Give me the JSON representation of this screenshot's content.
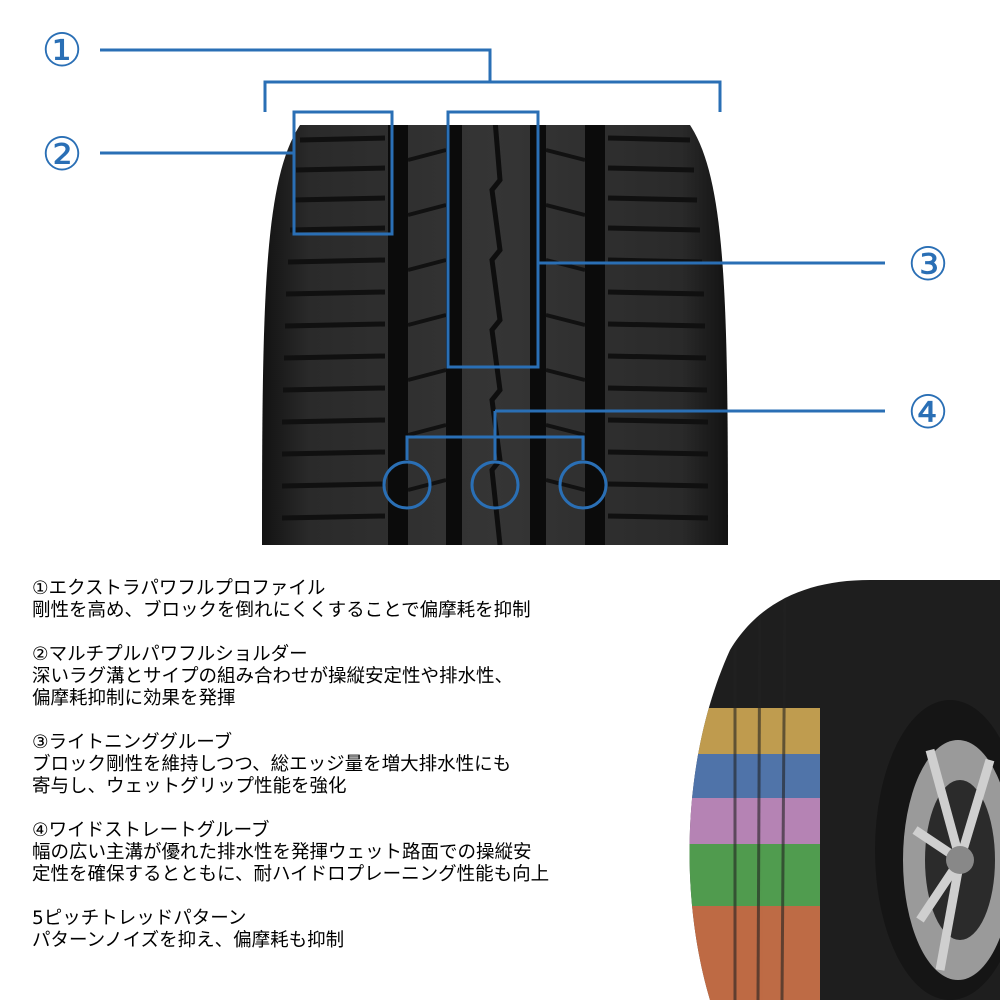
{
  "callouts": {
    "one": "①",
    "two": "②",
    "three": "③",
    "four": "④"
  },
  "features": [
    {
      "title": "①エクストラパワフルプロファイル",
      "lines": [
        "剛性を高め、ブロックを倒れにくくすることで偏摩耗を抑制"
      ]
    },
    {
      "title": "②マルチプルパワフルショルダー",
      "lines": [
        "深いラグ溝とサイプの組み合わせが操縦安定性や排水性、",
        "偏摩耗抑制に効果を発揮"
      ]
    },
    {
      "title": "③ライトニンググルーブ",
      "lines": [
        "ブロック剛性を維持しつつ、総エッジ量を増大排水性にも",
        "寄与し、ウェットグリップ性能を強化"
      ]
    },
    {
      "title": "④ワイドストレートグルーブ",
      "lines": [
        "幅の広い主溝が優れた排水性を発揮ウェット路面での操縦安",
        "定性を確保するとともに、耐ハイドロプレーニング性能も向上"
      ]
    },
    {
      "title": "5ピッチトレッドパターン",
      "lines": [
        "パターンノイズを抑え、偏摩耗も抑制"
      ]
    }
  ],
  "colors": {
    "callout_blue": "#2a6fb5",
    "tire_black": "#1e1e1e",
    "band_yellow": "#e3b85a",
    "band_blue": "#5b87c8",
    "band_pink": "#d79ad6",
    "band_green": "#5cb85a",
    "band_orange": "#e27c4e"
  }
}
